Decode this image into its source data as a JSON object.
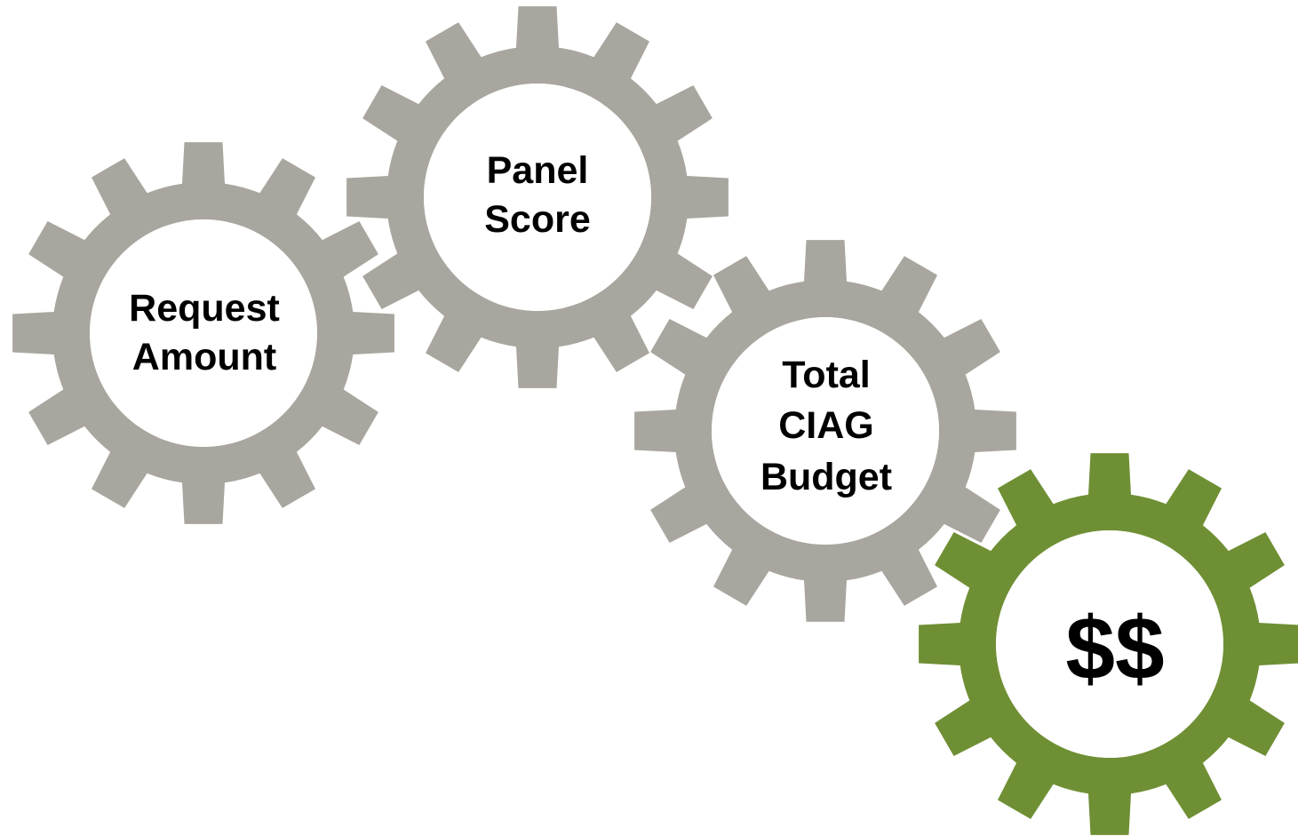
{
  "diagram": {
    "gears": [
      {
        "id": "request-amount",
        "lines": [
          "Request",
          "Amount"
        ],
        "color": "#a8a69e"
      },
      {
        "id": "panel-score",
        "lines": [
          "Panel",
          "Score"
        ],
        "color": "#a8a69e"
      },
      {
        "id": "total-ciag-budget",
        "lines": [
          "Total",
          "CIAG",
          "Budget"
        ],
        "color": "#a8a69e"
      },
      {
        "id": "dollars",
        "lines": [
          "$$"
        ],
        "color": "#6f8f34"
      }
    ]
  }
}
